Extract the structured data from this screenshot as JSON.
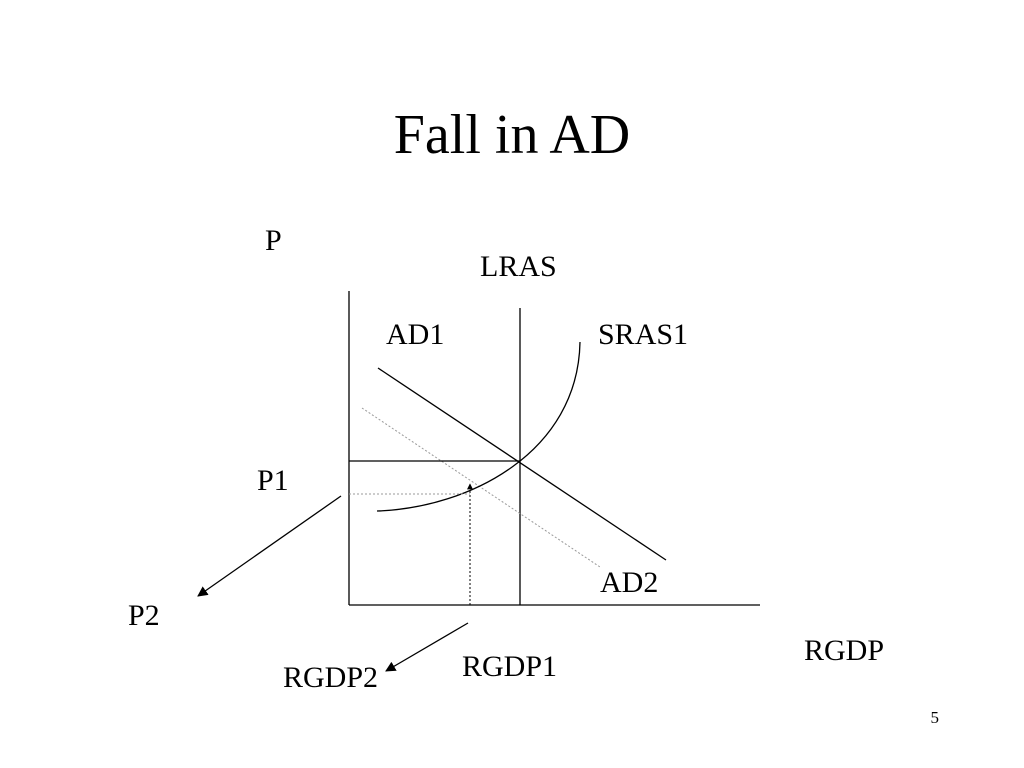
{
  "slide": {
    "title": "Fall in AD",
    "page_number": "5"
  },
  "diagram": {
    "axis_labels": {
      "price": "P",
      "output": "RGDP"
    },
    "curve_labels": {
      "lras": "LRAS",
      "ad1": "AD1",
      "sras1": "SRAS1",
      "ad2": "AD2"
    },
    "level_labels": {
      "p1": "P1",
      "p2": "P2",
      "rgdp1": "RGDP1",
      "rgdp2": "RGDP2"
    },
    "colors": {
      "ink": "#000000",
      "dotted": "#9a9a9a"
    }
  }
}
